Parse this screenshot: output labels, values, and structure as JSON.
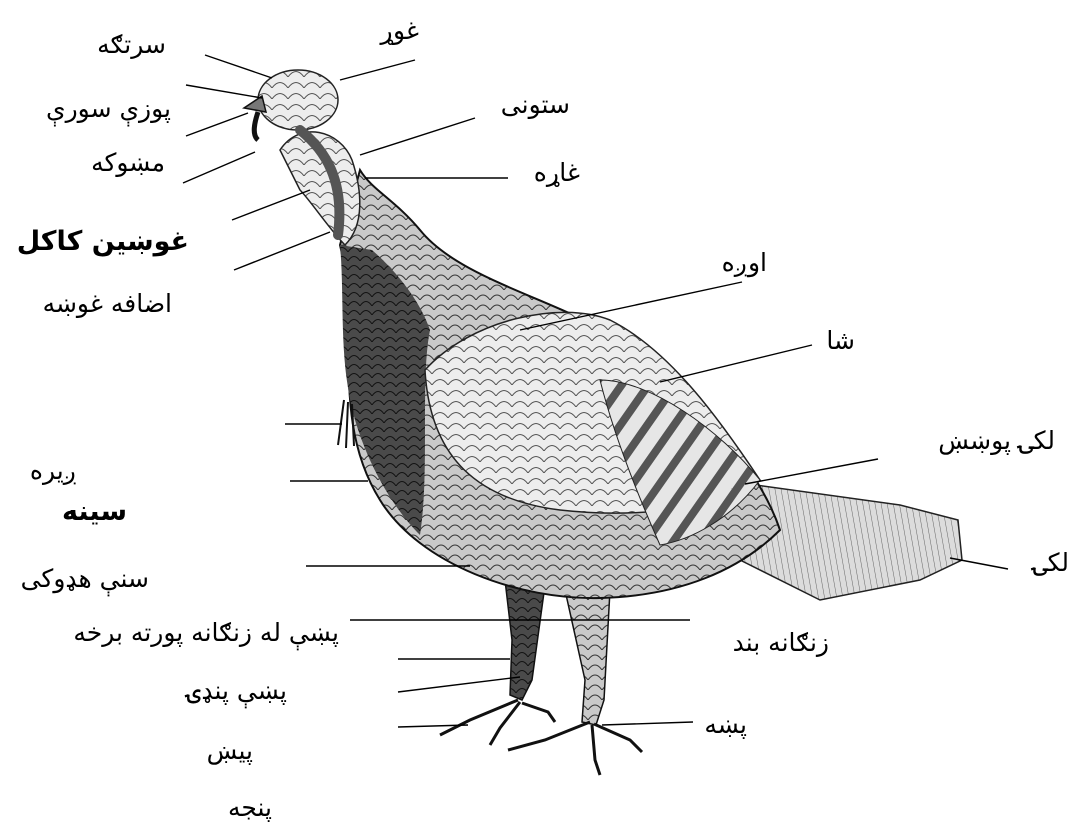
{
  "colors": {
    "ink": "#111111",
    "body_dark": "#3a3a3a",
    "body_mid": "#8a8a8a",
    "feather_light": "#d8d8d8",
    "background": "#ffffff"
  },
  "labels": {
    "crown": "سرتګه",
    "snood": "غوړ",
    "nostril": "پوزې سورې",
    "neck": "ستونی",
    "beak": "مښوکه",
    "throat": "غاړه",
    "wattle": "غوښين کاکل",
    "caruncle": "اضافه غوښه",
    "back": "اوږه",
    "shoulder": "شا",
    "beard": "ږيره",
    "breast": "سينه",
    "covert": "لکۍ پوښښ",
    "tail": "لکۍ",
    "hackle": "سنې هډوکی",
    "hock": "زنګانه بند",
    "shank_upper": "پښې له زنګانه پورته برخه",
    "shank": "پښې پنډۍ",
    "spur": "پيښ",
    "foot": "پښه",
    "toe": "پنجه"
  }
}
